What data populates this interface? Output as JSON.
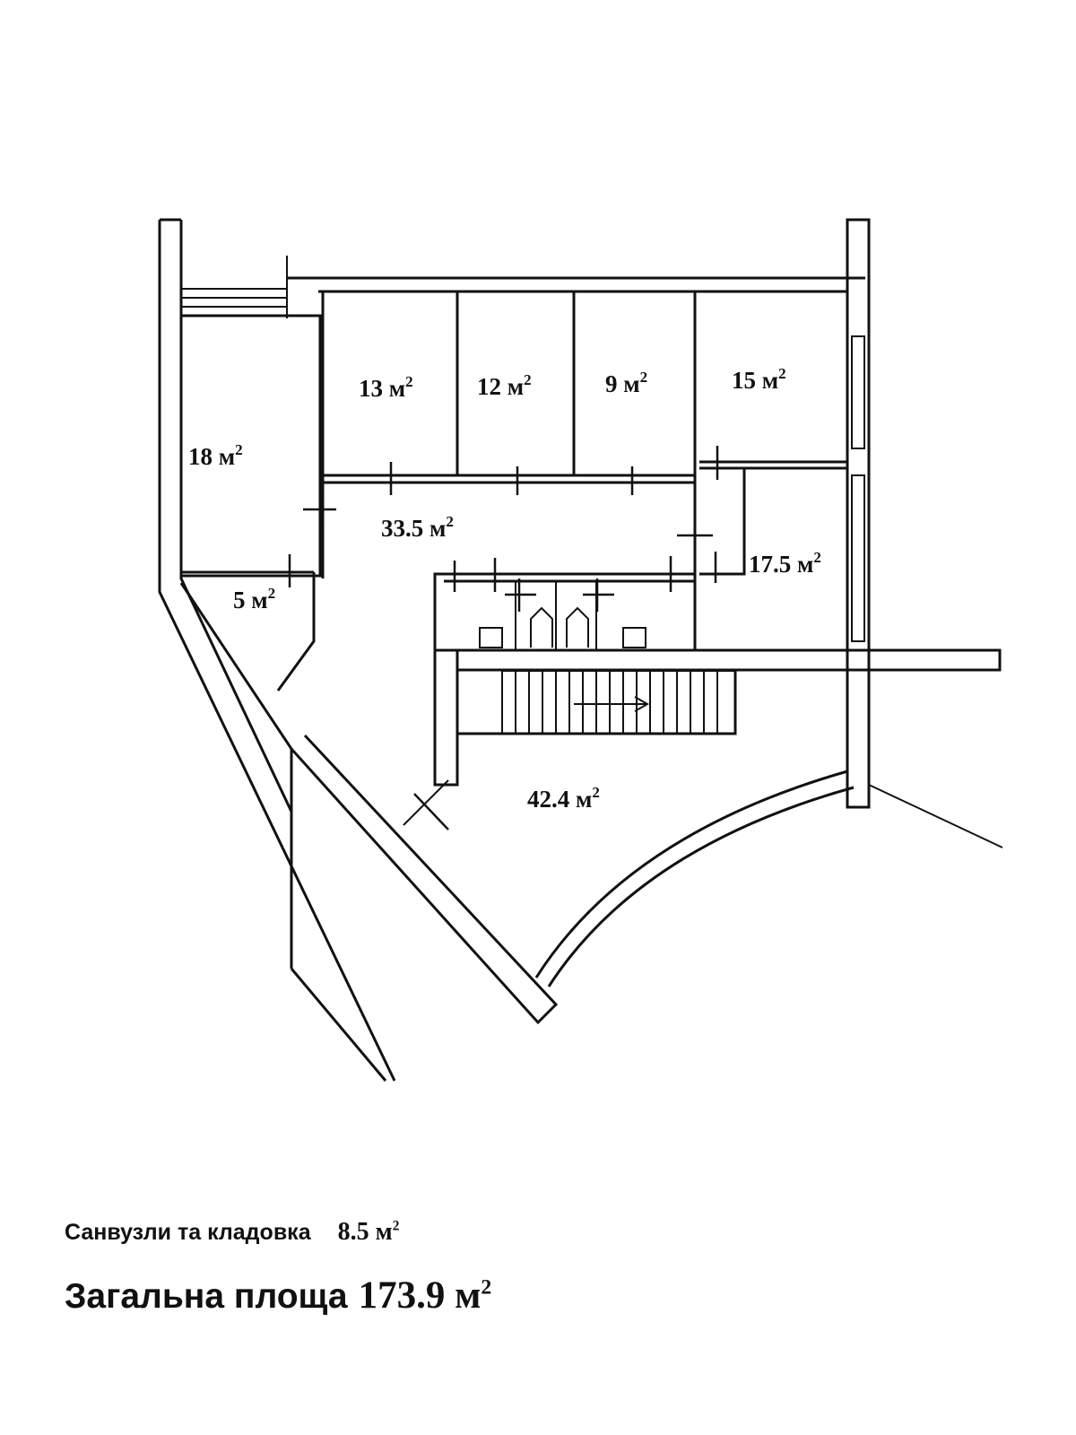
{
  "plan": {
    "unit": "м",
    "unit_power": "2",
    "rooms": [
      {
        "id": "r18",
        "area": "18"
      },
      {
        "id": "r13",
        "area": "13"
      },
      {
        "id": "r12",
        "area": "12"
      },
      {
        "id": "r9",
        "area": "9"
      },
      {
        "id": "r15",
        "area": "15"
      },
      {
        "id": "r33",
        "area": "33.5"
      },
      {
        "id": "r17",
        "area": "17.5"
      },
      {
        "id": "r5",
        "area": "5"
      },
      {
        "id": "r42",
        "area": "42.4"
      }
    ]
  },
  "summary": {
    "wc_label": "Санвузли та кладовка",
    "wc_value": "8.5 м",
    "total_label": "Загальна площа",
    "total_value": "173.9 м",
    "power": "2"
  }
}
